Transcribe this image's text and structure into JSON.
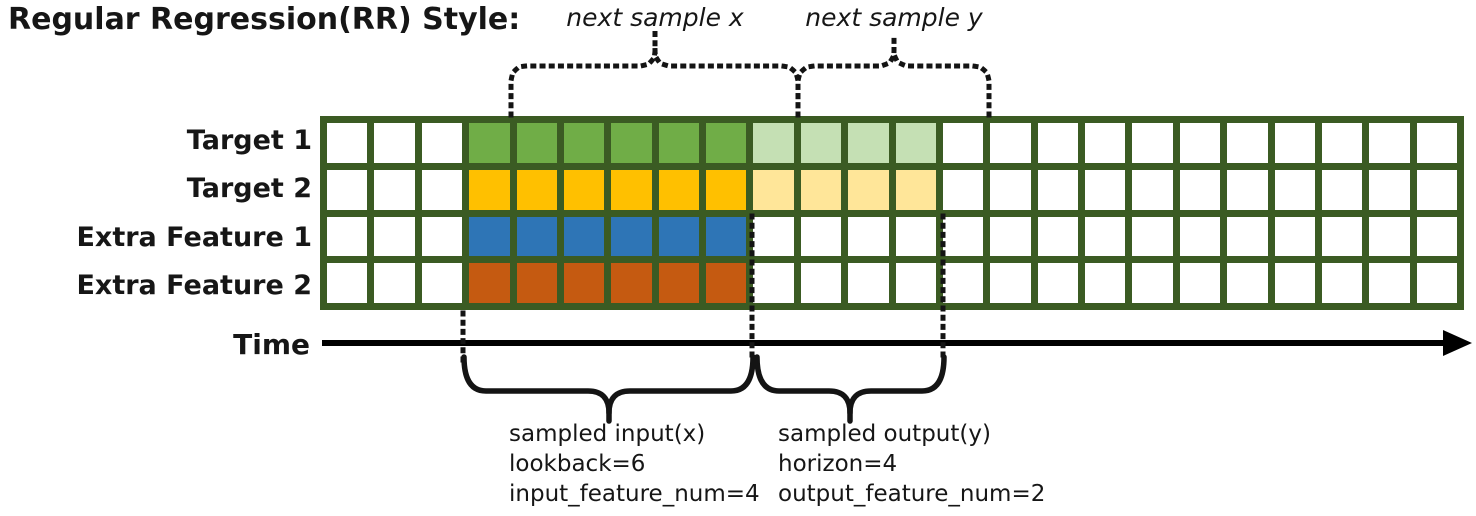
{
  "title": "Regular Regression(RR) Style:",
  "colors": {
    "grid_border": "#3B5B23",
    "green": "#70AD47",
    "green_light": "#C5E0B4",
    "yellow": "#FFC000",
    "yellow_light": "#FFE699",
    "blue": "#2E75B6",
    "orange": "#C55A11",
    "white": "#FFFFFF",
    "annotation": "#141414"
  },
  "grid": {
    "columns": 24,
    "lookback_start_col": 3,
    "lookback": 6,
    "horizon": 4,
    "rows": [
      {
        "label": "Target 1",
        "input_color": "green",
        "output_color": "green_light"
      },
      {
        "label": "Target 2",
        "input_color": "yellow",
        "output_color": "yellow_light"
      },
      {
        "label": "Extra Feature 1",
        "input_color": "blue",
        "output_color": null
      },
      {
        "label": "Extra Feature 2",
        "input_color": "orange",
        "output_color": null
      }
    ]
  },
  "annotations": {
    "next_sample_x": "next sample x",
    "next_sample_y": "next sample y",
    "time_label": "Time",
    "sampled_input": {
      "line1": "sampled input(x)",
      "line2": "lookback=6",
      "line3": "input_feature_num=4"
    },
    "sampled_output": {
      "line1": "sampled output(y)",
      "line2": "horizon=4",
      "line3": "output_feature_num=2"
    }
  }
}
